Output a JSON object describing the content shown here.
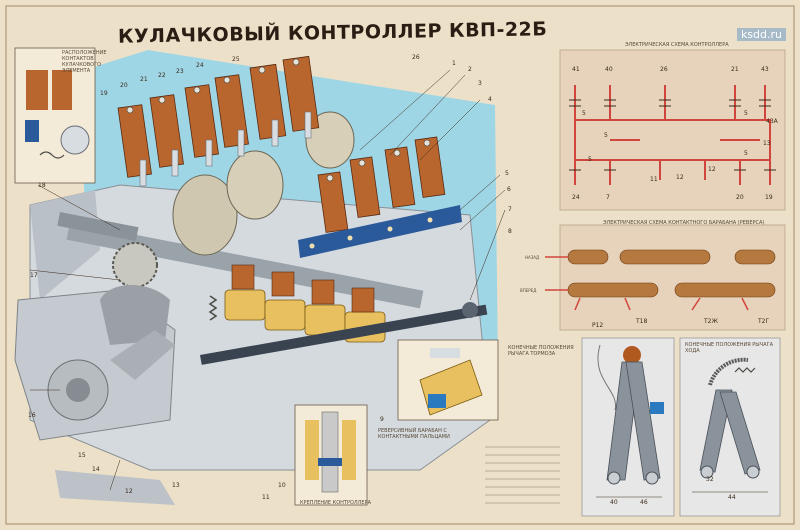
{
  "title": "КУЛАЧКОВЫЙ КОНТРОЛЛЕР КВП-22Б",
  "watermark": "ksdd.ru",
  "captions": {
    "contact_arrangement": "РАСПОЛОЖЕНИЕ КОНТАКТОВ КУЛАЧКОВОГО ЭЛЕМЕНТА",
    "controller_scheme": "ЭЛЕКТРИЧЕСКАЯ СХЕМА КОНТРОЛЛЕРА",
    "reverser_scheme": "ЭЛЕКТРИЧЕСКАЯ СХЕМА КОНТАКТНОГО БАРАБАНА (РЕВЕРСА)",
    "reverse_drum": "РЕВЕРСИВНЫЙ БАРАБАН С КОНТАКТНЫМИ ПАЛЬЦАМИ",
    "fastening": "КРЕПЛЕНИЕ КОНТРОЛЛЕРА",
    "brake_lever": "КОНЕЧНЫЕ ПОЛОЖЕНИЯ РЫЧАГА ТОРМОЗА",
    "drive_lever": "КОНЕЧНЫЕ ПОЛОЖЕНИЯ РЫЧАГА ХОДА",
    "reverse_back": "НАЗАД",
    "reverse_forward": "ВПЕРЕД"
  },
  "scheme": {
    "top_numbers": [
      "41",
      "40",
      "26",
      "21",
      "43"
    ],
    "bottom_numbers": [
      "24",
      "7",
      "12",
      "20",
      "19"
    ],
    "mid_numbers": [
      "5",
      "5",
      "5",
      "13",
      "11",
      "12",
      "5",
      "5",
      "43А"
    ],
    "reverser_terminals": [
      "Р12",
      "Т18",
      "Т2Ж",
      "Т2Г"
    ]
  },
  "dimensions": {
    "brake_left": "40",
    "brake_right": "46",
    "drive_left": "32",
    "drive_right": "44"
  },
  "part_numbers": [
    "1",
    "2",
    "3",
    "4",
    "5",
    "6",
    "7",
    "8",
    "9",
    "10",
    "11",
    "12",
    "13",
    "14",
    "15",
    "16",
    "17",
    "18",
    "19",
    "20",
    "21",
    "22",
    "23",
    "24",
    "25",
    "26"
  ],
  "colors": {
    "background": "#ece0c8",
    "copper": "#b8652e",
    "casting": "#d8dde0",
    "panel_blue": "#9fd6e6",
    "scheme_panel": "#e7d3bb",
    "wire_red": "#d0453c",
    "drum_brown": "#b5783e",
    "steel_blue": "#2b5a9a"
  }
}
